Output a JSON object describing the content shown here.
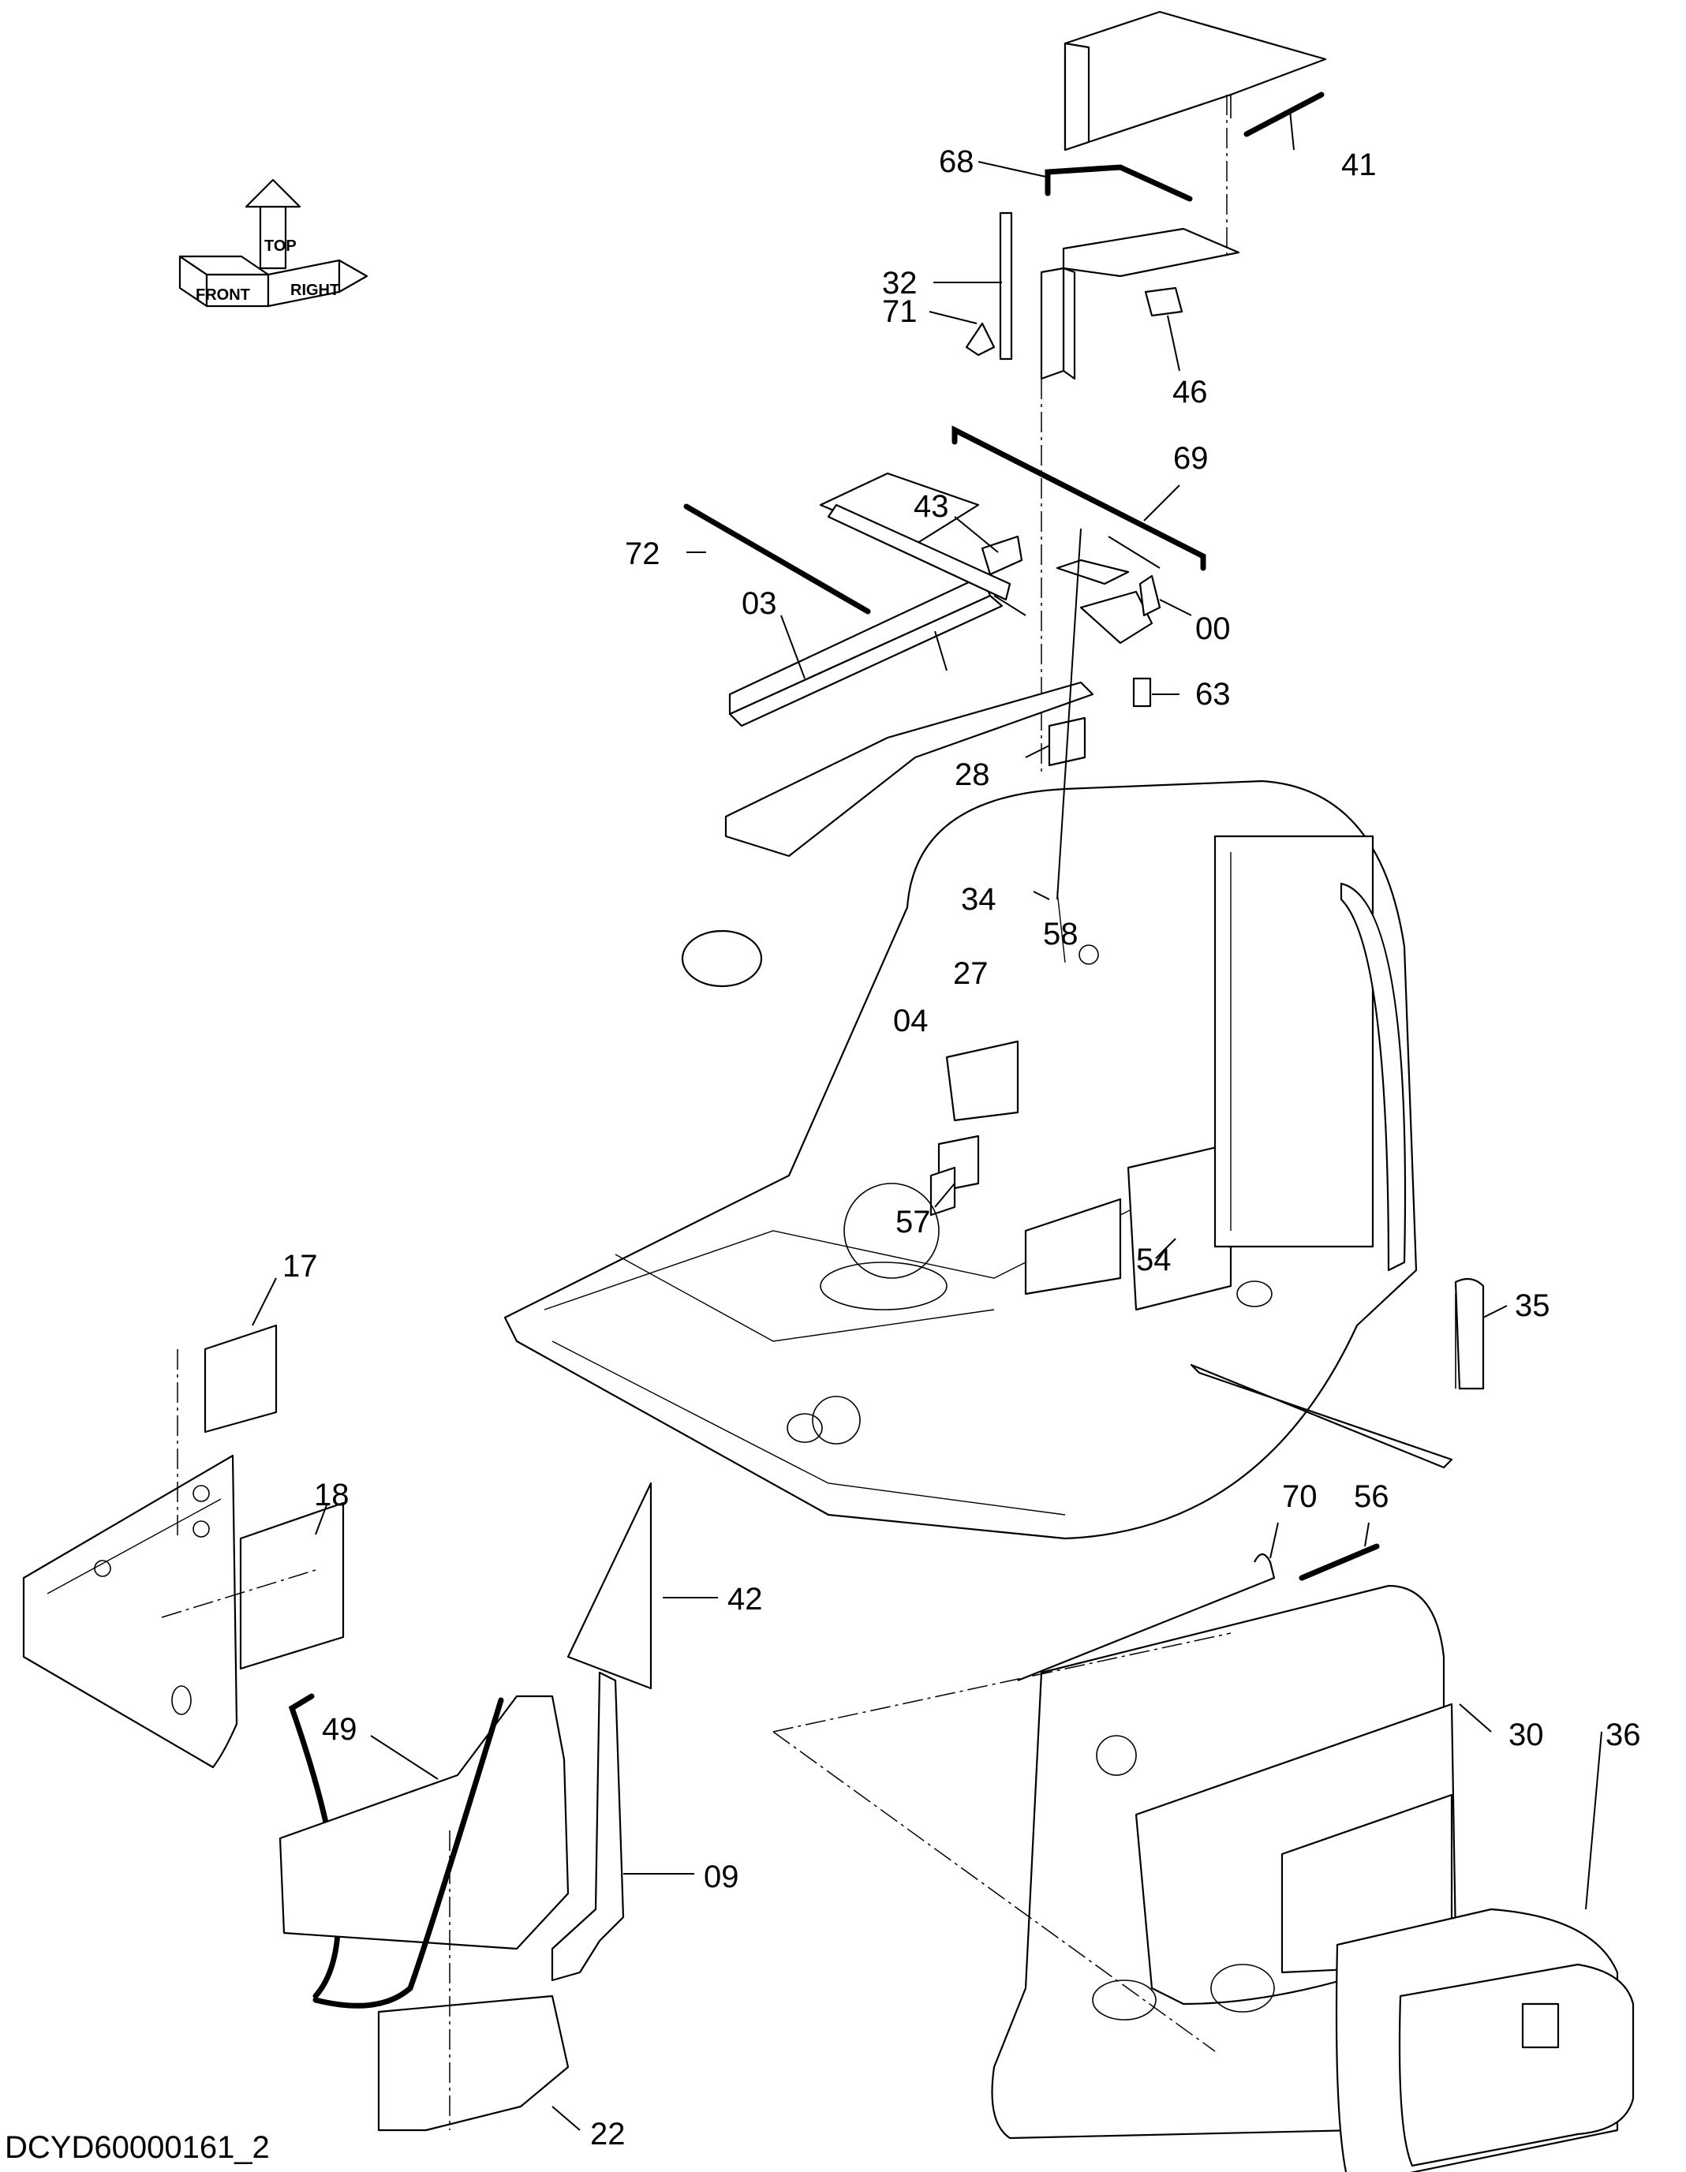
{
  "orientation": {
    "top": "TOP",
    "front": "FRONT",
    "right": "RIGHT"
  },
  "callouts": [
    "41",
    "68",
    "32",
    "71",
    "46",
    "69",
    "43",
    "72",
    "03",
    "00",
    "63",
    "28",
    "34",
    "58",
    "27",
    "04",
    "57",
    "54",
    "35",
    "17",
    "18",
    "42",
    "70",
    "56",
    "49",
    "09",
    "30",
    "36",
    "22"
  ],
  "drawing_code": "DCYD60000161_2"
}
